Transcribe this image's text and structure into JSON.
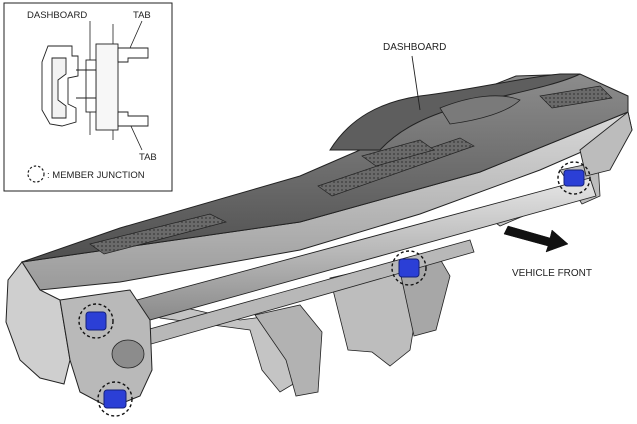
{
  "inset": {
    "dashboard_label": "DASHBOARD",
    "tab_top_label": "TAB",
    "tab_bottom_label": "TAB",
    "legend_label": ": MEMBER JUNCTION"
  },
  "main": {
    "dashboard_label": "DASHBOARD",
    "vehicle_front_label": "VEHICLE FRONT"
  },
  "colors": {
    "junction_fill": "#2b3fd6",
    "outline": "#222222",
    "panel_light": "#d6d6d6",
    "panel_mid": "#a9a9a9",
    "panel_dark": "#6e6e6e"
  }
}
